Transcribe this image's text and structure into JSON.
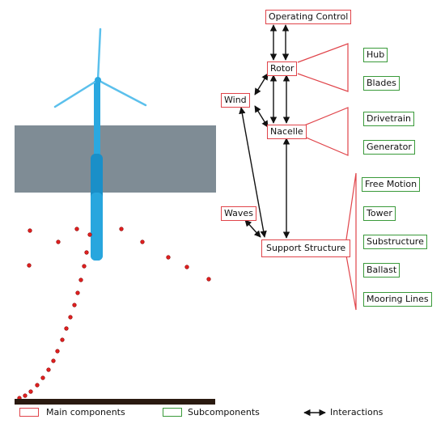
{
  "colors": {
    "main_border": "#e0444a",
    "sub_border": "#3a9a3a",
    "water": "#7f8c95",
    "turbine": "#2aa8e0",
    "mooring_dot": "#e02020",
    "seabed": "#2a1a10"
  },
  "main_components": {
    "operating_control": "Operating Control",
    "rotor": "Rotor",
    "wind": "Wind",
    "nacelle": "Nacelle",
    "waves": "Waves",
    "support_structure": "Support Structure"
  },
  "subcomponents": {
    "hub": "Hub",
    "blades": "Blades",
    "drivetrain": "Drivetrain",
    "generator": "Generator",
    "free_motion": "Free Motion",
    "tower": "Tower",
    "substructure": "Substructure",
    "ballast": "Ballast",
    "mooring_lines": "Mooring Lines"
  },
  "legend": {
    "main": "Main components",
    "sub": "Subcomponents",
    "interactions": "Interactions"
  }
}
